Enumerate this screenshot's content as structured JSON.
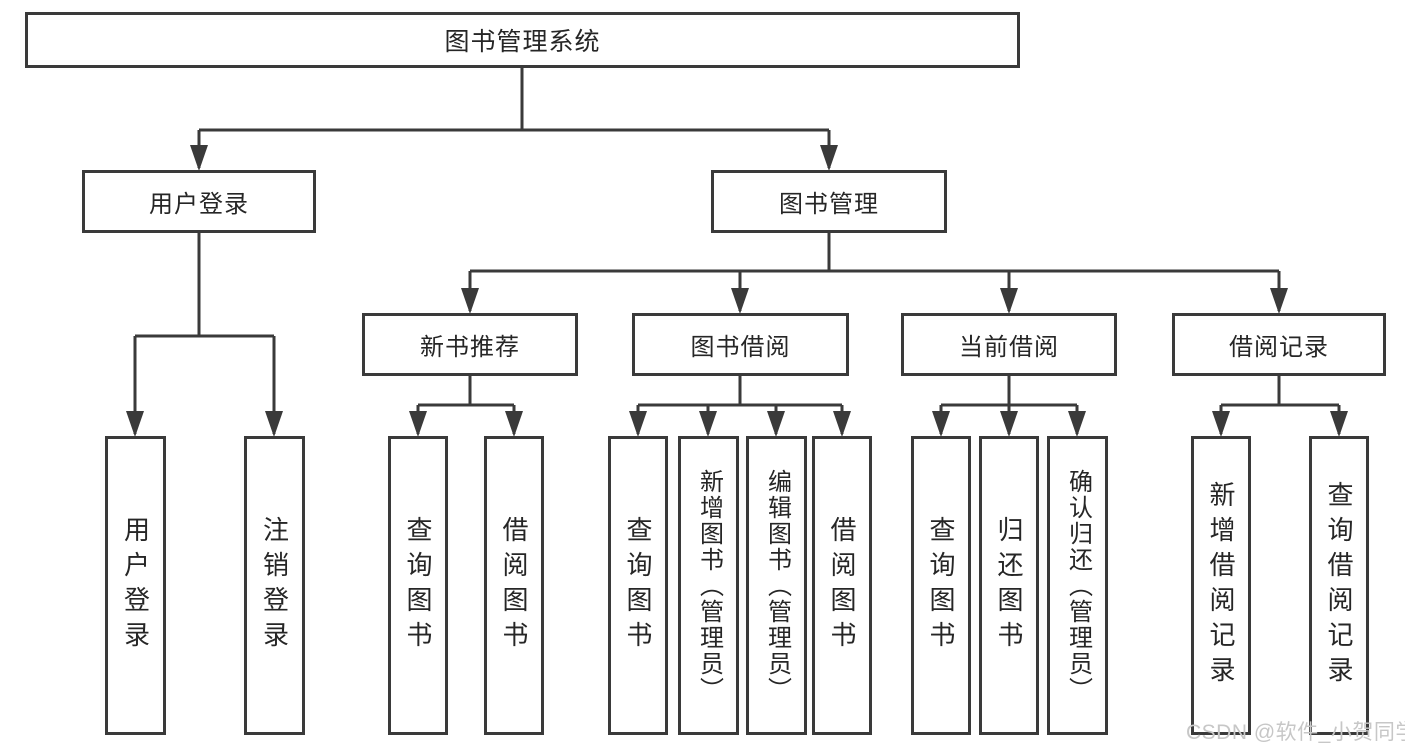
{
  "diagram": {
    "root": {
      "label": "图书管理系统"
    },
    "level2": [
      {
        "id": "user-login",
        "label": "用户登录"
      },
      {
        "id": "book-management",
        "label": "图书管理"
      }
    ],
    "level3": [
      {
        "id": "new-book-recommendation",
        "label": "新书推荐",
        "parent": "图书管理"
      },
      {
        "id": "book-borrowing",
        "label": "图书借阅",
        "parent": "图书管理"
      },
      {
        "id": "current-borrowing",
        "label": "当前借阅",
        "parent": "图书管理"
      },
      {
        "id": "borrowing-records",
        "label": "借阅记录",
        "parent": "图书管理"
      }
    ],
    "leaves": [
      {
        "label": "用户登录",
        "parent": "用户登录"
      },
      {
        "label": "注销登录",
        "parent": "用户登录"
      },
      {
        "label": "查询图书",
        "parent": "新书推荐"
      },
      {
        "label": "借阅图书",
        "parent": "新书推荐"
      },
      {
        "label": "查询图书",
        "parent": "图书借阅"
      },
      {
        "label": "新增图书（管理员）",
        "parent": "图书借阅"
      },
      {
        "label": "编辑图书（管理员）",
        "parent": "图书借阅"
      },
      {
        "label": "借阅图书",
        "parent": "图书借阅"
      },
      {
        "label": "查询图书",
        "parent": "当前借阅"
      },
      {
        "label": "归还图书",
        "parent": "当前借阅"
      },
      {
        "label": "确认归还（管理员）",
        "parent": "当前借阅"
      },
      {
        "label": "新增借阅记录",
        "parent": "借阅记录"
      },
      {
        "label": "查询借阅记录",
        "parent": "借阅记录"
      }
    ]
  },
  "watermark": {
    "text": "CSDN @软件_小贺同学"
  },
  "colors": {
    "line": "#3a3a3a",
    "text": "#262626",
    "watermark": "#c7c7c7",
    "background": "#ffffff"
  }
}
